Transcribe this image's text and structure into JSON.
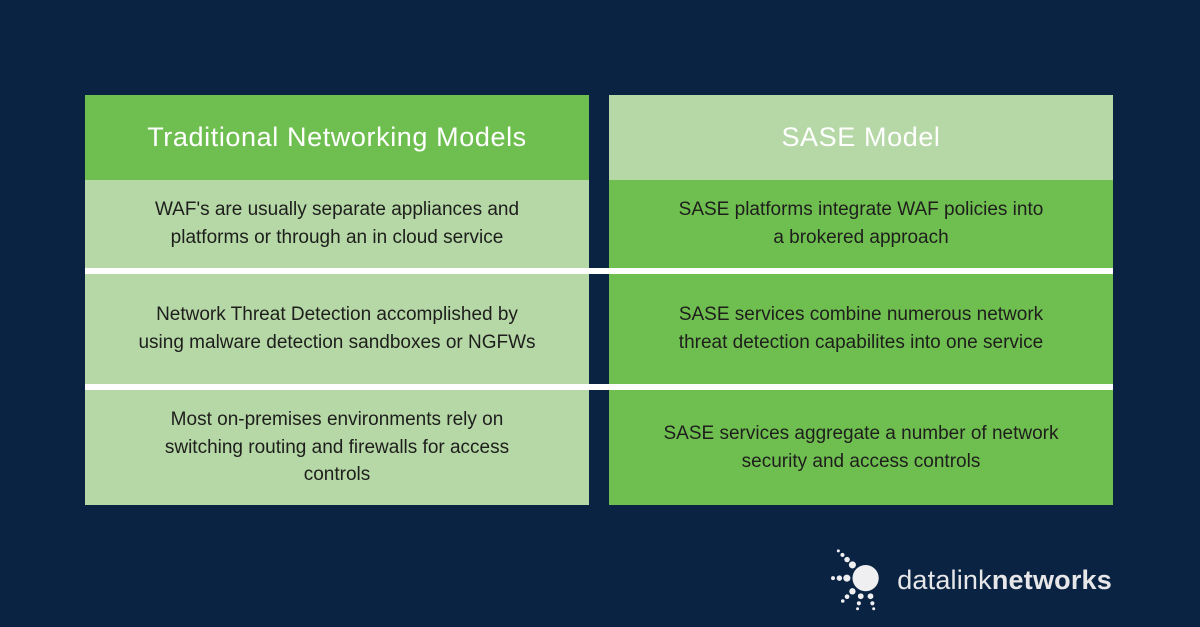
{
  "colors": {
    "background_navy": "#0a2342",
    "medium_green": "#6fbf50",
    "light_green": "#b5d8a6",
    "divider_white": "#ffffff",
    "header_text": "#ffffff",
    "cell_text": "#1e1e1c",
    "logo_text": "#e7e6e8"
  },
  "table": {
    "left": {
      "header": "Traditional Networking Models",
      "rows": [
        "WAF's are usually separate appliances and\nplatforms or through an in cloud service",
        "Network Threat Detection accomplished by\nusing malware detection sandboxes or NGFWs",
        "Most on-premises environments rely on\nswitching routing and firewalls for access\ncontrols"
      ]
    },
    "right": {
      "header": "SASE Model",
      "rows": [
        "SASE platforms integrate WAF policies into\na brokered approach",
        "SASE services combine numerous network\nthreat detection capabilites into one service",
        "SASE services aggregate a number of network\nsecurity and access controls"
      ]
    }
  },
  "logo": {
    "brand_regular": "datalink",
    "brand_bold": "networks",
    "mark": "dotted-starburst-circle-icon"
  }
}
